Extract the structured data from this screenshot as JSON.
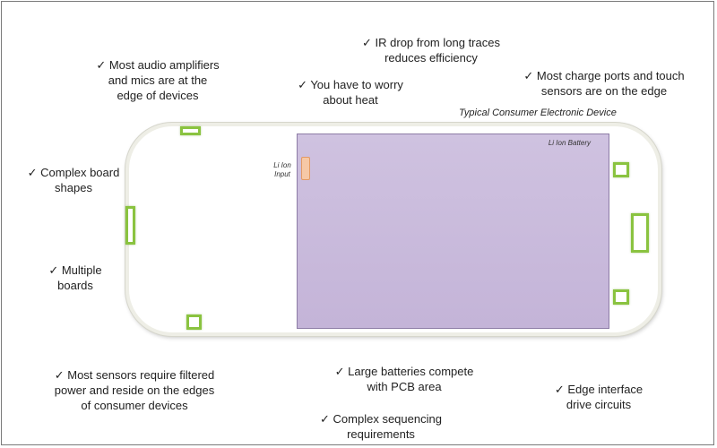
{
  "colors": {
    "pad_border": "#8ac340",
    "battery_fill": "#c8badb",
    "input_fill": "#f6c8a6",
    "frame_border": "#7a7a7a"
  },
  "check_mark": "✓",
  "device": {
    "title": "Typical Consumer Electronic Device",
    "battery_label": "Li Ion Battery",
    "input_label": "Li Ion\nInput"
  },
  "notes": {
    "audio": "Most audio amplifiers\nand mics are at the\nedge of devices",
    "ir_drop": "IR drop from long traces\nreduces efficiency",
    "heat": "You have to worry\nabout heat",
    "charge_ports": "Most charge ports and touch\nsensors are on the edge",
    "board_shapes": "Complex board\nshapes",
    "multiple_boards": "Multiple\nboards",
    "sensors": "Most sensors require filtered\npower and reside on the edges\nof consumer devices",
    "batteries": "Large batteries compete\nwith PCB area",
    "edge_interface": "Edge interface\ndrive circuits",
    "sequencing": "Complex sequencing\nrequirements"
  }
}
